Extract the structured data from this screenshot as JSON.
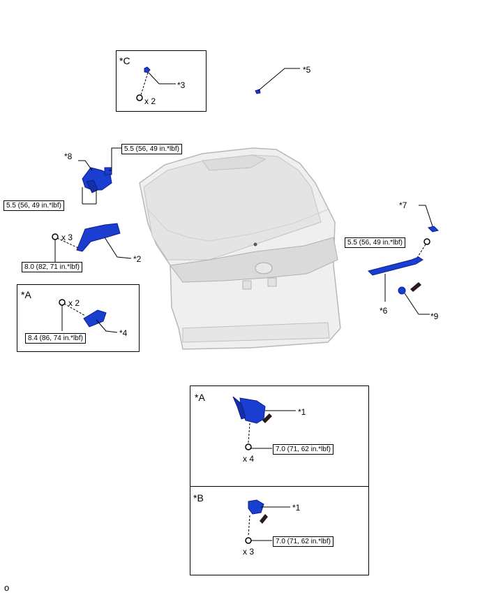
{
  "insets": {
    "c": {
      "title": "*C",
      "callout": "*3",
      "qty": "x 2"
    },
    "a_left": {
      "title": "*A",
      "qty": "x 2",
      "callout": "*4",
      "torque": "8.4 (86, 74 in.*lbf)"
    },
    "a_right": {
      "title": "*A",
      "callout": "*1",
      "qty": "x 4",
      "torque": "7.0 (71, 62 in.*lbf)"
    },
    "b_right": {
      "title": "*B",
      "callout": "*1",
      "qty": "x 3",
      "torque": "7.0 (71, 62 in.*lbf)"
    }
  },
  "callouts": {
    "p5": "*5",
    "p8": "*8",
    "p2": "*2",
    "p7": "*7",
    "p6": "*6",
    "p9": "*9"
  },
  "torques": {
    "p8_top": "5.5 (56, 49 in.*lbf)",
    "p8_left": "5.5 (56, 49 in.*lbf)",
    "p2": "8.0 (82, 71 in.*lbf)",
    "p7": "5.5 (56, 49 in.*lbf)"
  },
  "quantities": {
    "p2": "x 3"
  },
  "footer": {
    "code": "o"
  },
  "colors": {
    "part": "#1a3fd0",
    "part_dark": "#0a1f8a",
    "arrow": "#2a1a1a",
    "door": "#efefef"
  }
}
